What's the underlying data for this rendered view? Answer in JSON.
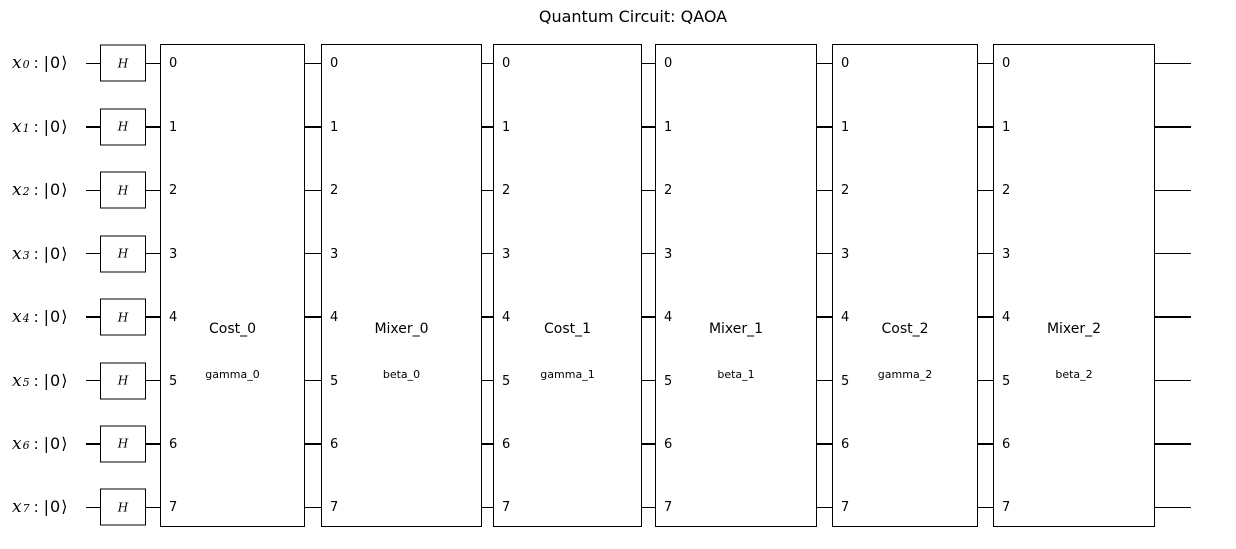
{
  "title": "Quantum Circuit: QAOA",
  "colors": {
    "line": "#000000",
    "background": "#ffffff",
    "text": "#000000"
  },
  "qubits": [
    {
      "name": "x",
      "index": "0",
      "sep": ":",
      "state": "|0⟩",
      "gate": "H"
    },
    {
      "name": "x",
      "index": "1",
      "sep": ":",
      "state": "|0⟩",
      "gate": "H"
    },
    {
      "name": "x",
      "index": "2",
      "sep": ":",
      "state": "|0⟩",
      "gate": "H"
    },
    {
      "name": "x",
      "index": "3",
      "sep": ":",
      "state": "|0⟩",
      "gate": "H"
    },
    {
      "name": "x",
      "index": "4",
      "sep": ":",
      "state": "|0⟩",
      "gate": "H"
    },
    {
      "name": "x",
      "index": "5",
      "sep": ":",
      "state": "|0⟩",
      "gate": "H"
    },
    {
      "name": "x",
      "index": "6",
      "sep": ":",
      "state": "|0⟩",
      "gate": "H"
    },
    {
      "name": "x",
      "index": "7",
      "sep": ":",
      "state": "|0⟩",
      "gate": "H"
    }
  ],
  "ports": [
    "0",
    "1",
    "2",
    "3",
    "4",
    "5",
    "6",
    "7"
  ],
  "layers": [
    {
      "label": "Cost_0",
      "param": "gamma_0"
    },
    {
      "label": "Mixer_0",
      "param": "beta_0"
    },
    {
      "label": "Cost_1",
      "param": "gamma_1"
    },
    {
      "label": "Mixer_1",
      "param": "beta_1"
    },
    {
      "label": "Cost_2",
      "param": "gamma_2"
    },
    {
      "label": "Mixer_2",
      "param": "beta_2"
    }
  ]
}
